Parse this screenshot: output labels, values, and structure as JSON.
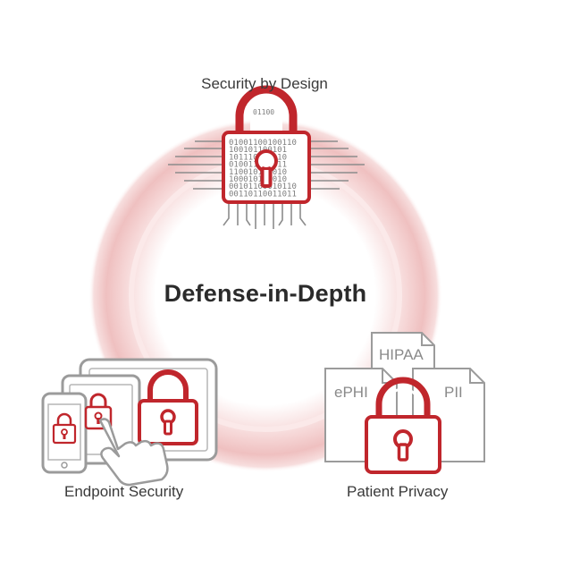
{
  "diagram": {
    "center_label": "Defense-in-Depth",
    "top": {
      "label": "Security by Design",
      "icon": "binary-padlock-icon"
    },
    "bottom_left": {
      "label": "Endpoint Security",
      "icon": "devices-padlock-icon"
    },
    "bottom_right": {
      "label": "Patient Privacy",
      "icon": "documents-padlock-icon",
      "documents": [
        "HIPAA",
        "ePHI",
        "PII"
      ]
    },
    "binary_rows": [
      "01100",
      "0100110",
      "100101",
      "101110",
      "010011",
      "110010",
      "100010",
      "0010110",
      "0011011"
    ],
    "colors": {
      "accent_red": "#c0262c",
      "ring_pink": "#f4c6c6",
      "ring_center": "#ffffff",
      "gray_outline": "#9b9b9b",
      "text": "#3a3a3a"
    }
  }
}
